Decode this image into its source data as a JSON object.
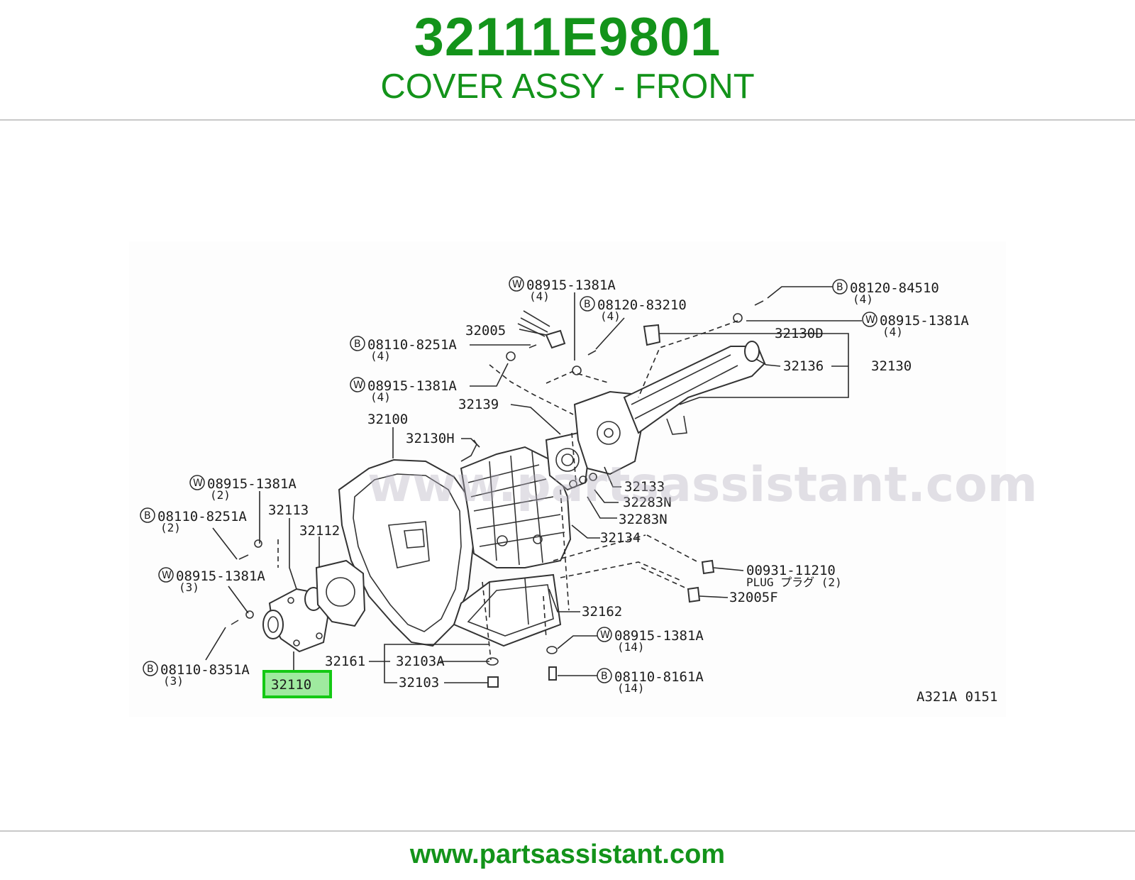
{
  "header": {
    "part_number": "32111E9801",
    "description": "COVER ASSY - FRONT"
  },
  "footer": {
    "url": "www.partsassistant.com"
  },
  "diagram": {
    "watermark": "www.partsassistant.com",
    "figure_code": "A321A 0151",
    "highlighted_part": "32110",
    "labels": {
      "l_32005": "32005",
      "l_32100": "32100",
      "l_32130H": "32130H",
      "l_32139": "32139",
      "l_32130D": "32130D",
      "l_32136": "32136",
      "l_32130": "32130",
      "l_32133": "32133",
      "l_32283N_a": "32283N",
      "l_32283N_b": "32283N",
      "l_32134": "32134",
      "l_32113": "32113",
      "l_32112": "32112",
      "l_32162": "32162",
      "l_32161": "32161",
      "l_32103A": "32103A",
      "l_32103": "32103",
      "l_32005F": "32005F",
      "l_00931": "00931-11210",
      "l_plug": "PLUG プラグ (2)"
    },
    "fasteners": [
      {
        "prefix": "W",
        "number": "08915-1381A",
        "qty": "(4)"
      },
      {
        "prefix": "B",
        "number": "08120-83210",
        "qty": "(4)"
      },
      {
        "prefix": "B",
        "number": "08120-84510",
        "qty": "(4)"
      },
      {
        "prefix": "W",
        "number": "08915-1381A",
        "qty": "(4)"
      },
      {
        "prefix": "B",
        "number": "08110-8251A",
        "qty": "(4)"
      },
      {
        "prefix": "W",
        "number": "08915-1381A",
        "qty": "(4)"
      },
      {
        "prefix": "W",
        "number": "08915-1381A",
        "qty": "(2)"
      },
      {
        "prefix": "B",
        "number": "08110-8251A",
        "qty": "(2)"
      },
      {
        "prefix": "W",
        "number": "08915-1381A",
        "qty": "(3)"
      },
      {
        "prefix": "B",
        "number": "08110-8351A",
        "qty": "(3)"
      },
      {
        "prefix": "W",
        "number": "08915-1381A",
        "qty": "(14)"
      },
      {
        "prefix": "B",
        "number": "08110-8161A",
        "qty": "(14)"
      }
    ]
  }
}
